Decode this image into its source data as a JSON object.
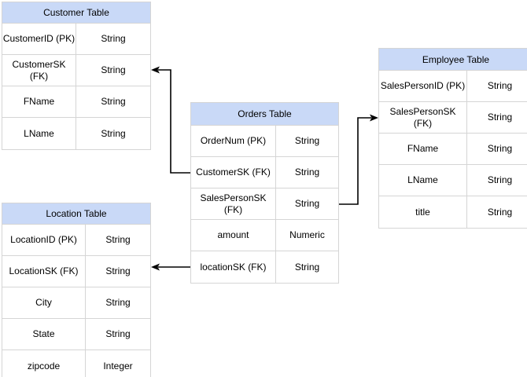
{
  "colors": {
    "background": "#ffffff",
    "table_header_fill": "#c9d9f7",
    "table_border": "#d5d5d5",
    "connector_line": "#000000",
    "text": "#000000"
  },
  "tables": {
    "customer": {
      "title": "Customer Table",
      "rows": [
        {
          "field": "CustomerID (PK)",
          "type": "String"
        },
        {
          "field": "CustomerSK\n(FK)",
          "type": "String"
        },
        {
          "field": "FName",
          "type": "String"
        },
        {
          "field": "LName",
          "type": "String"
        }
      ]
    },
    "orders": {
      "title": "Orders Table",
      "rows": [
        {
          "field": "OrderNum (PK)",
          "type": "String"
        },
        {
          "field": "CustomerSK (FK)",
          "type": "String"
        },
        {
          "field": "SalesPersonSK\n(FK)",
          "type": "String"
        },
        {
          "field": "amount",
          "type": "Numeric"
        },
        {
          "field": "locationSK (FK)",
          "type": "String"
        }
      ]
    },
    "employee": {
      "title": "Employee Table",
      "rows": [
        {
          "field": "SalesPersonID (PK)",
          "type": "String"
        },
        {
          "field": "SalesPersonSK\n(FK)",
          "type": "String"
        },
        {
          "field": "FName",
          "type": "String"
        },
        {
          "field": "LName",
          "type": "String"
        },
        {
          "field": "title",
          "type": "String"
        }
      ]
    },
    "location": {
      "title": "Location Table",
      "rows": [
        {
          "field": "LocationID (PK)",
          "type": "String"
        },
        {
          "field": "LocationSK (FK)",
          "type": "String"
        },
        {
          "field": "City",
          "type": "String"
        },
        {
          "field": "State",
          "type": "String"
        },
        {
          "field": "zipcode",
          "type": "Integer"
        }
      ]
    }
  },
  "connectors": [
    {
      "from": "Orders Table.CustomerSK (FK)",
      "to": "Customer Table.CustomerSK (FK)",
      "arrow_at": "to"
    },
    {
      "from": "Orders Table.SalesPersonSK (FK)",
      "to": "Employee Table.SalesPersonSK (FK)",
      "arrow_at": "to"
    },
    {
      "from": "Orders Table.locationSK (FK)",
      "to": "Location Table.LocationSK (FK)",
      "arrow_at": "to"
    }
  ]
}
